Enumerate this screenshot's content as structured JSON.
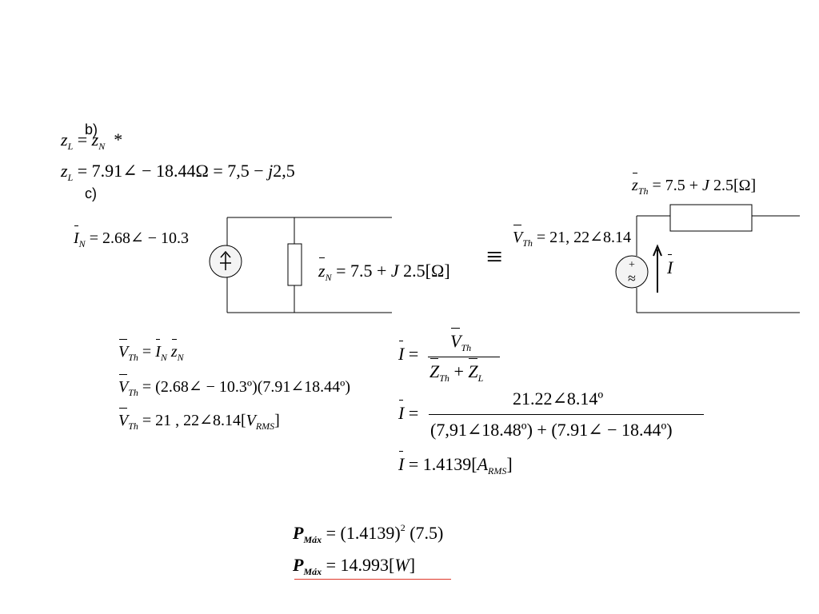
{
  "section_b": {
    "label": "b)",
    "eq1": {
      "lhs": "z",
      "lhs_sub": "L",
      "op": "=",
      "rhs": "z",
      "rhs_sub": "N",
      "conj": "*"
    },
    "eq2": {
      "lhs": "z",
      "lhs_sub": "L",
      "rhs": "= 7.91∠ − 18.44Ω = 7,5 − ",
      "j": "j",
      "tail": "2,5"
    }
  },
  "section_c": {
    "label": "c)"
  },
  "norton": {
    "current_sym": "I",
    "current_sub": "N",
    "current_val": "= 2.68∠ − 10.3",
    "z_sym": "z",
    "z_sub": "N",
    "z_val": "= 7.5 + ",
    "z_j": "J",
    "z_tail": " 2.5[Ω]"
  },
  "equivalence": "≡",
  "thevenin": {
    "z_sym": "z",
    "z_sub": "Th",
    "z_val": "= 7.5 + ",
    "z_j": "J",
    "z_tail": " 2.5[Ω]",
    "v_sym": "V",
    "v_sub": "Th",
    "v_val": "= 21, 22∠8.14",
    "current_sym": "I",
    "source_plus": "+",
    "source_wave": "≈"
  },
  "vth_calc": {
    "l1": {
      "v": "V",
      "v_sub": "Th",
      "eq": " = ",
      "i": "I",
      "i_sub": "N",
      "z": "z",
      "z_sub": "N"
    },
    "l2": {
      "v": "V",
      "v_sub": "Th",
      "rest": " = (2.68∠ − 10.3º)(7.91∠18.44º)"
    },
    "l3": {
      "v": "V",
      "v_sub": "Th",
      "rest": " = 21 , 22∠8.14[",
      "unit": "V",
      "unit_sub": "RMS",
      "close": "]"
    }
  },
  "i_calc": {
    "l1": {
      "i": "I",
      "eq": "=",
      "num": "V",
      "num_sub": "Th",
      "den_a": "Z",
      "den_a_sub": "Th",
      "plus": " + ",
      "den_b": "Z",
      "den_b_sub": "L"
    },
    "l2": {
      "i": "I",
      "eq": "=",
      "num": "21.22∠8.14º",
      "den": "(7,91∠18.48º) + (7.91∠ − 18.44º)"
    },
    "l3": {
      "i": "I",
      "rest": " = 1.4139[",
      "unit": "A",
      "unit_sub": "RMS",
      "close": "]"
    }
  },
  "power": {
    "l1": {
      "p": "P",
      "p_sub": "Máx",
      "rest": " = (1.4139)",
      "exp": "2",
      "tail": " (7.5)"
    },
    "l2": {
      "p": "P",
      "p_sub": "Máx",
      "rest": " = 14.993[",
      "unit": "W",
      "close": "]"
    }
  },
  "colors": {
    "underline": "#e0392b",
    "ink": "#000000"
  }
}
